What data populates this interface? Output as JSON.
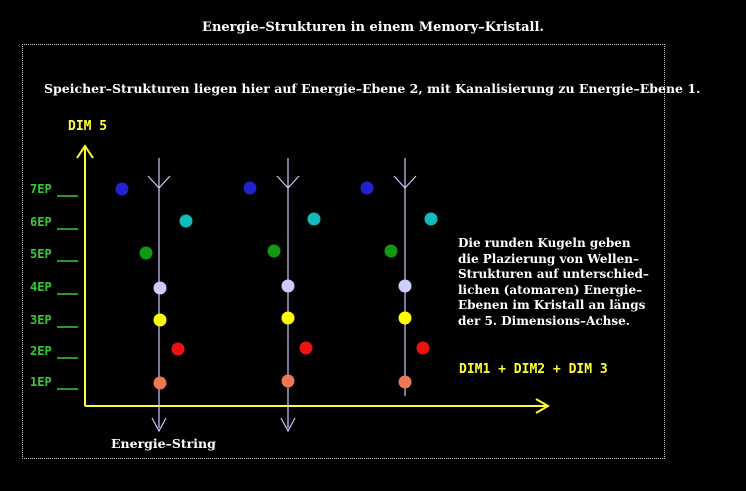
{
  "title": "Energie–Strukturen in einem Memory–Kristall.",
  "subtitle": "Speicher–Strukturen liegen hier auf Energie–Ebene 2, mit Kanalisierung zu Energie–Ebene 1.",
  "axis": {
    "y_label": "DIM 5",
    "x_label": "DIM1 + DIM2 + DIM 3"
  },
  "string_label": "Energie–String",
  "levels": [
    "7EP",
    "6EP",
    "5EP",
    "4EP",
    "3EP",
    "2EP",
    "1EP"
  ],
  "description": "Die runden Kugeln geben\ndie Plazierung von Wellen–\nStrukturen auf unterschied–\nlichen (atomaren) Energie–\nEbenen im Kristall an längs\nder 5. Dimensions–Achse.",
  "colors": {
    "axis": "#ffff33",
    "level_label": "#33cc33",
    "string": "#ccccff",
    "balls": [
      "#2222cc",
      "#11bbbb",
      "#119911",
      "#ccccff",
      "#ffff00",
      "#ee1111",
      "#ee7755"
    ]
  }
}
